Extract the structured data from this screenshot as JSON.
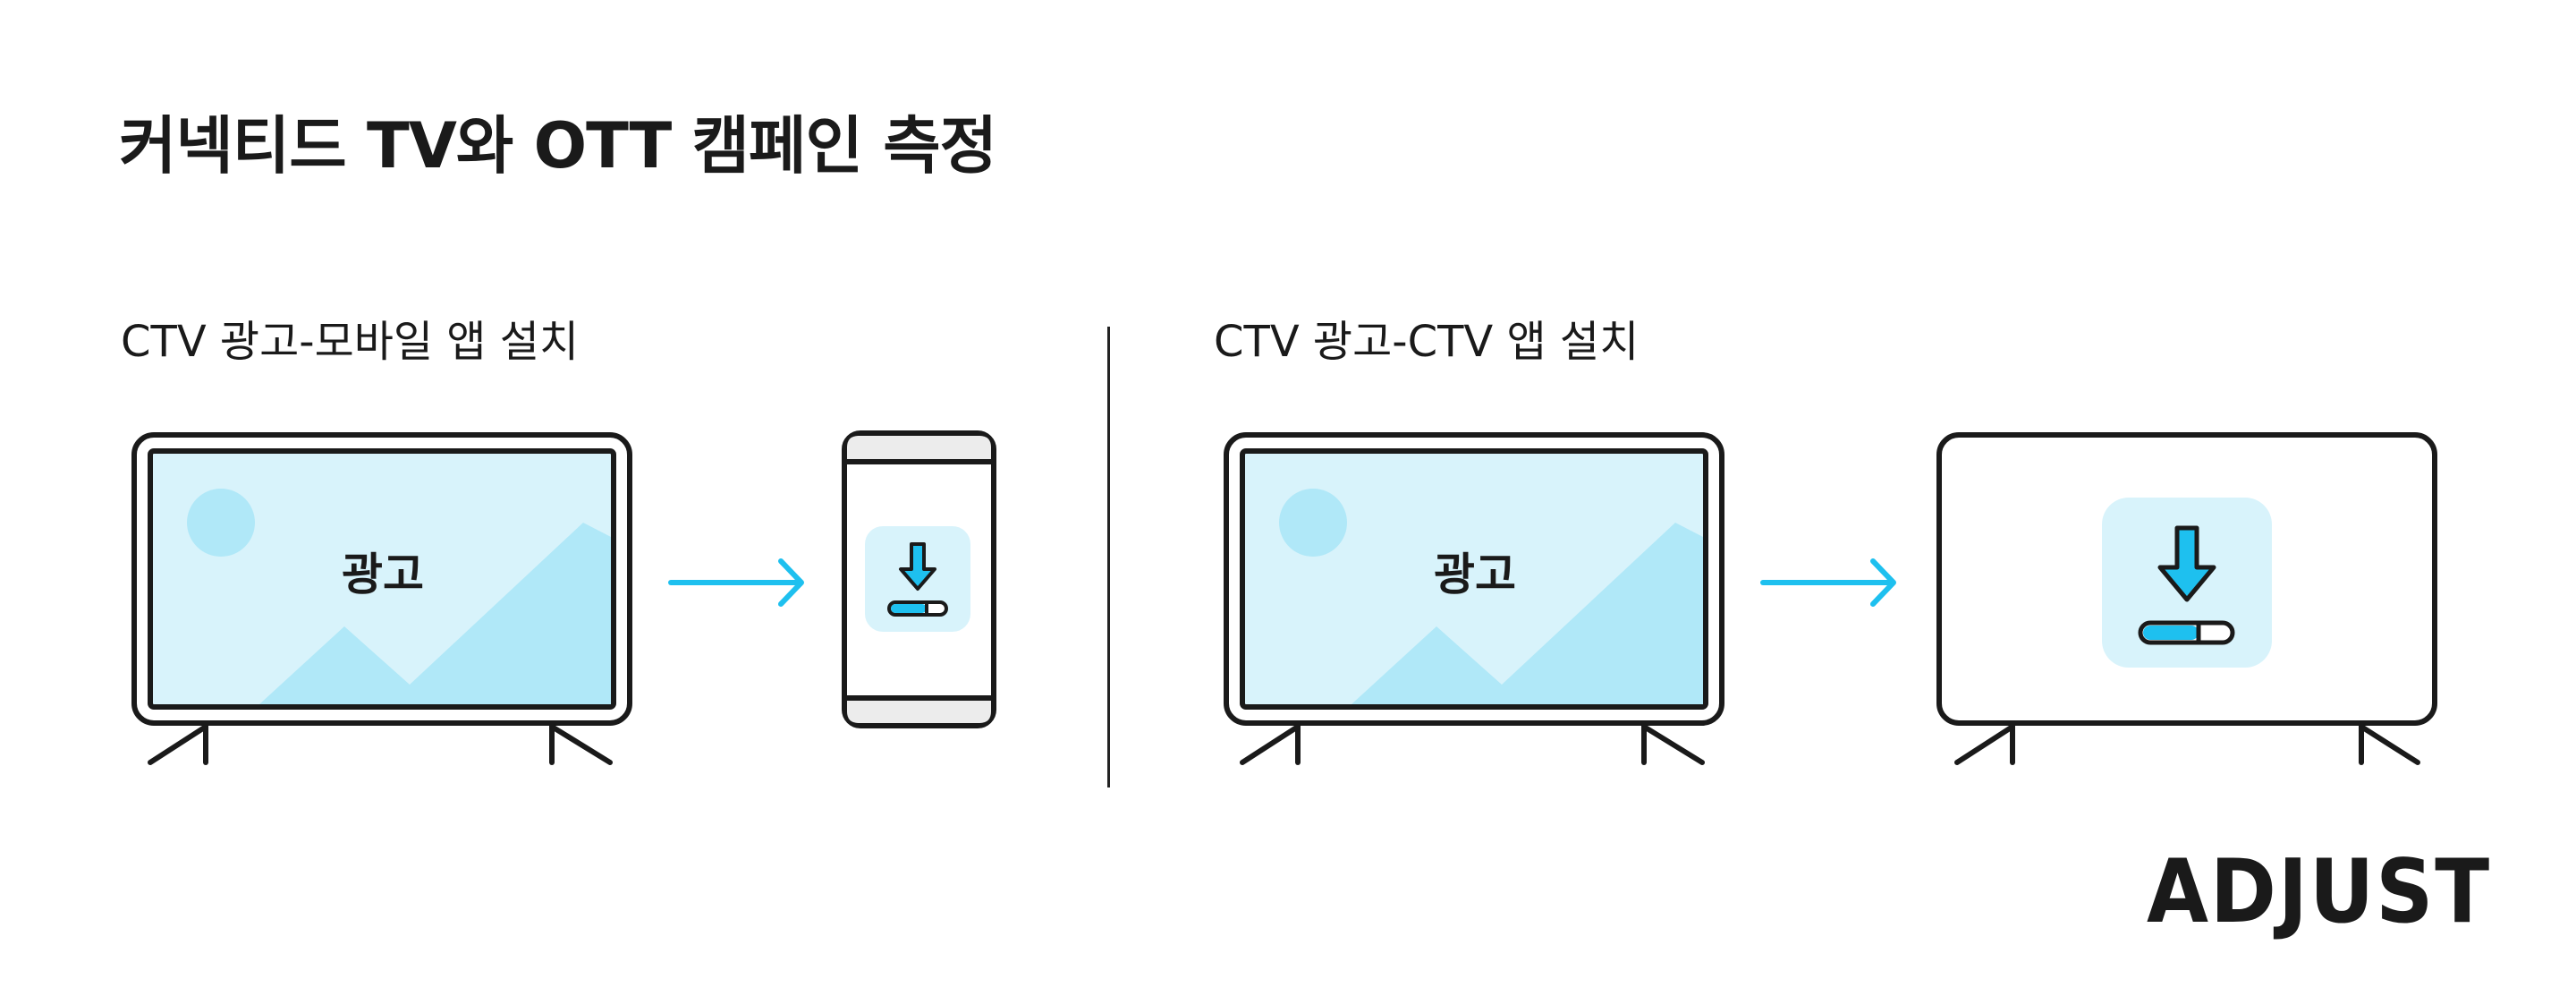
{
  "title": "커넥티드 TV와 OTT 캠페인 측정",
  "sections": [
    {
      "label": "CTV 광고-모바일 앱 설치",
      "ad_label": "광고"
    },
    {
      "label": "CTV 광고-CTV 앱 설치",
      "ad_label": "광고"
    }
  ],
  "logo_text": "ADJUST",
  "colors": {
    "stroke": "#1a1a1a",
    "screen_light": "#d8f3fb",
    "screen_mountain": "#b0e8f8",
    "accent": "#1ec0ef",
    "icon_tile": "#d8f3fb",
    "phone_bar": "#ececec"
  },
  "icons": [
    "tv-icon",
    "phone-icon",
    "arrow-right-icon",
    "download-icon",
    "progress-bar-icon",
    "sun-icon",
    "mountain-icon"
  ]
}
